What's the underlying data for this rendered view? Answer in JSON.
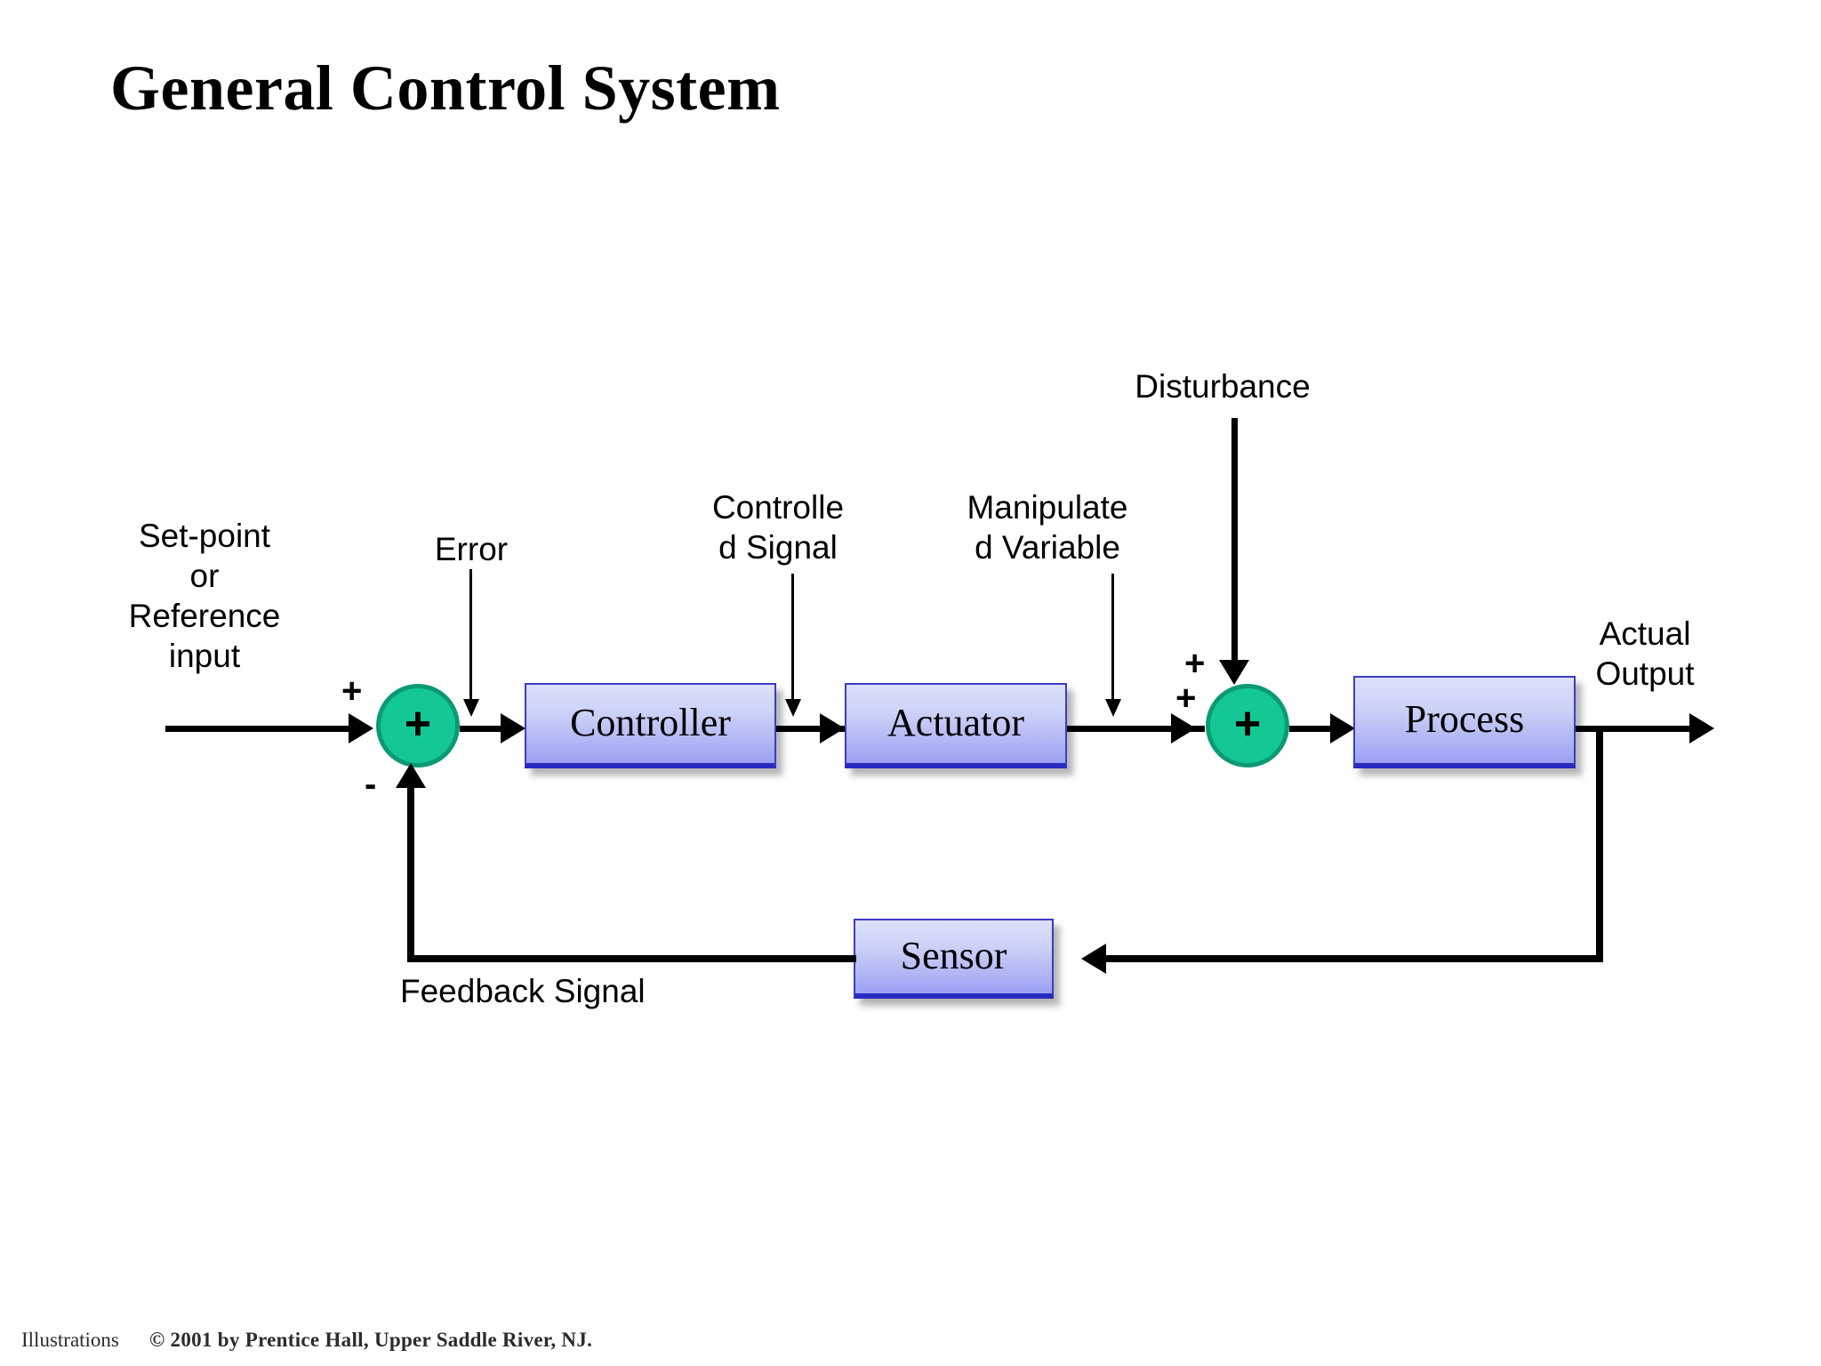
{
  "title": "General Control System",
  "diagram": {
    "type": "block-diagram",
    "blocks": [
      {
        "id": "controller",
        "label": "Controller"
      },
      {
        "id": "actuator",
        "label": "Actuator"
      },
      {
        "id": "process",
        "label": "Process"
      },
      {
        "id": "sensor",
        "label": "Sensor"
      }
    ],
    "summing_junctions": [
      {
        "id": "sum1",
        "symbol": "+",
        "signs": [
          "+",
          "-"
        ]
      },
      {
        "id": "sum2",
        "symbol": "+",
        "signs": [
          "+",
          "+"
        ]
      }
    ],
    "signals": {
      "setpoint": "Set-point\nor\nReference\ninput",
      "error": "Error",
      "controlled_signal": "Controlle\nd Signal",
      "manipulated_variable": "Manipulate\nd Variable",
      "disturbance": "Disturbance",
      "actual_output": "Actual\nOutput",
      "feedback_signal": "Feedback Signal"
    },
    "signs": {
      "sum1_plus": "+",
      "sum1_minus": "-",
      "sum2_plus_top": "+",
      "sum2_plus_bottom": "+"
    },
    "colors": {
      "block_fill_top": "#dde0fb",
      "block_fill_bottom": "#9aa0f2",
      "block_border": "#3c3cc8",
      "junction_fill": "#14c895",
      "junction_border": "#0b9a74",
      "line": "#000000",
      "background": "#ffffff"
    }
  },
  "footer": {
    "left": "Illustrations",
    "right": "© 2001 by Prentice Hall, Upper Saddle River, NJ."
  }
}
